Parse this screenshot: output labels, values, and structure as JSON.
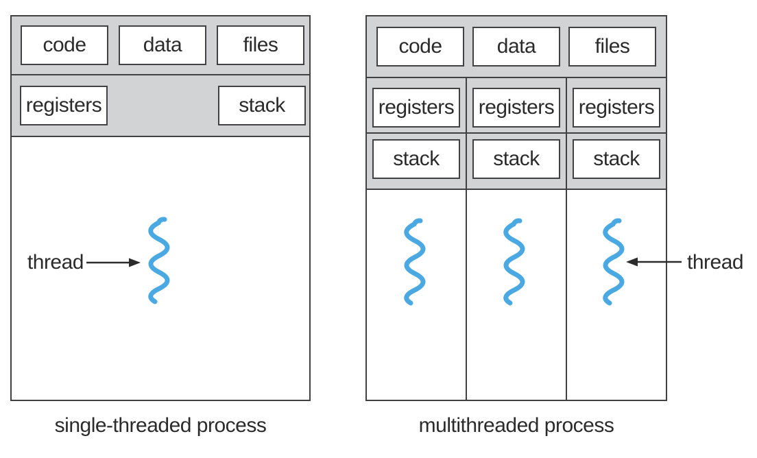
{
  "left_diagram": {
    "caption": "single-threaded process",
    "resource_boxes": [
      "code",
      "data",
      "files"
    ],
    "registers_label": "registers",
    "stack_label": "stack",
    "thread": {
      "label": "thread"
    }
  },
  "right_diagram": {
    "caption": "multithreaded process",
    "resource_boxes": [
      "code",
      "data",
      "files"
    ],
    "thread_columns": [
      {
        "registers_label": "registers",
        "stack_label": "stack"
      },
      {
        "registers_label": "registers",
        "stack_label": "stack"
      },
      {
        "registers_label": "registers",
        "stack_label": "stack"
      }
    ],
    "thread": {
      "label": "thread"
    }
  },
  "colors": {
    "shared_region_gray": "#d2d3d5",
    "border_dark": "#414143",
    "thread_blue": "#4aa9e2",
    "text_dark": "#2b2b2b"
  }
}
